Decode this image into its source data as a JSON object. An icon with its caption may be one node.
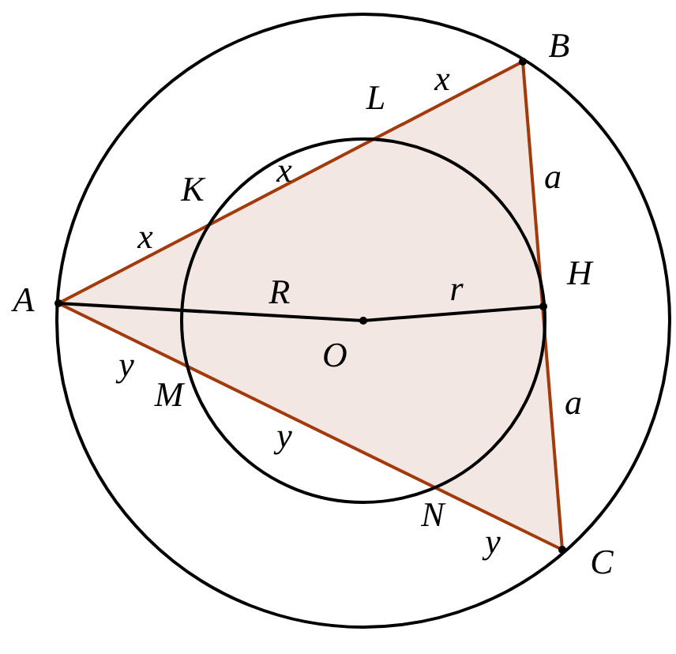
{
  "diagram": {
    "labels": [
      "B",
      "x",
      "L",
      "a",
      "K",
      "x",
      "x",
      "H",
      "A",
      "R",
      "r",
      "O",
      "y",
      "M",
      "a",
      "y",
      "N",
      "y",
      "C"
    ]
  }
}
